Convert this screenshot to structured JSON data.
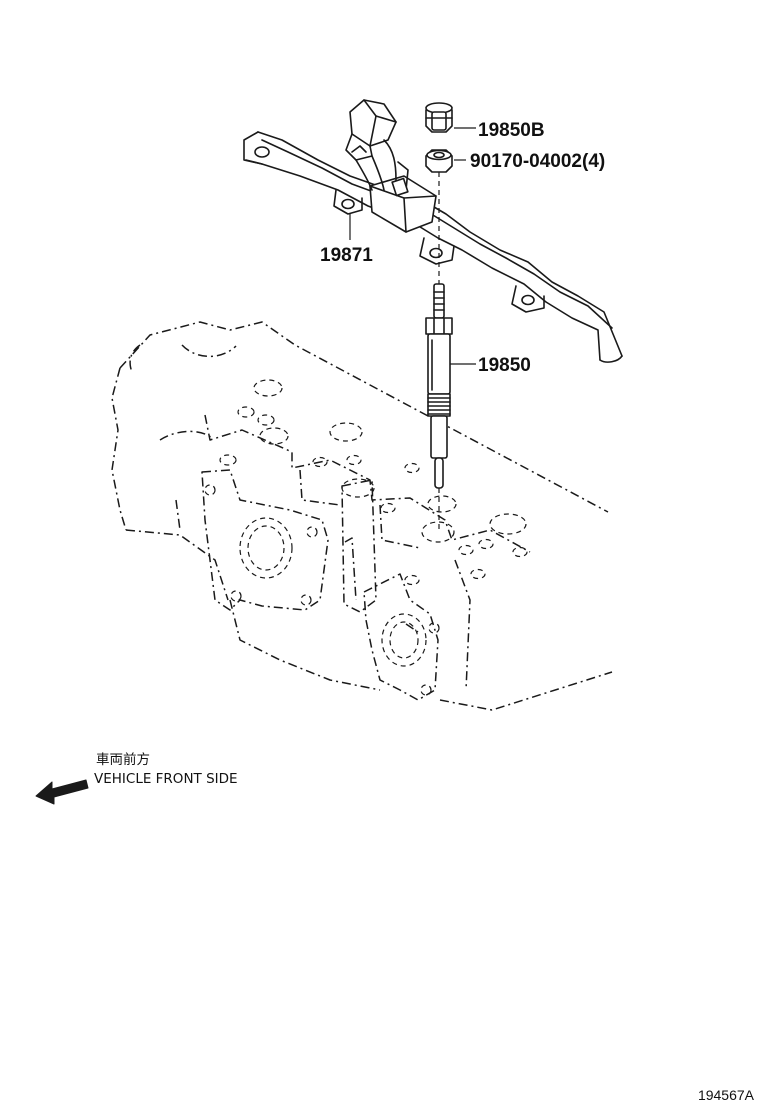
{
  "parts": {
    "connector": "19850B",
    "nut": "90170-04002(4)",
    "wire_harness": "19871",
    "glow_plug": "19850"
  },
  "orientation": {
    "label_jp": "車両前方",
    "label_en": "VEHICLE FRONT SIDE",
    "arrow_icon": "left-arrow-icon"
  },
  "figure_id": "194567A",
  "colors": {
    "line": "#1a1a1a",
    "background": "#ffffff"
  }
}
